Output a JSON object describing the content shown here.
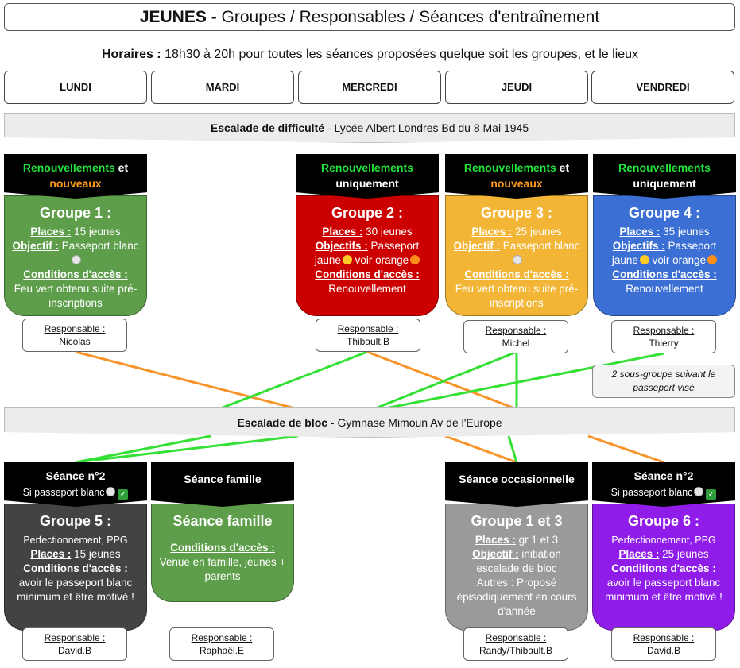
{
  "header": {
    "title_bold": "JEUNES -",
    "title_rest": " Groupes / Responsables / Séances d'entraînement"
  },
  "hours": {
    "label": "Horaires :",
    "text": " 18h30 à 20h pour toutes les séances proposées quelque soit les groupes, et le lieux"
  },
  "days": [
    "LUNDI",
    "MARDI",
    "MERCREDI",
    "JEUDI",
    "VENDREDI"
  ],
  "banner_top": {
    "bold": "Escalade de difficulté",
    "rest": " - Lycée Albert Londres Bd du 8 Mai 1945"
  },
  "banner_bloc": {
    "bold": "Escalade de bloc",
    "rest": " - Gymnase Mimoun Av de l'Europe"
  },
  "colors": {
    "green": "#5e9e4b",
    "red": "#cc0000",
    "yellow": "#f2b535",
    "blue": "#3b6fd3",
    "dark": "#434343",
    "gray": "#9a9a9a",
    "purple": "#8f1ce8",
    "line_orange": "#f7942a",
    "line_green": "#33e033"
  },
  "groups": {
    "g1": {
      "head1": "Renouvellements",
      "head_et": " et",
      "head2": "nouveaux",
      "name": "Groupe 1 :",
      "places_label": "Places :",
      "places": " 15 jeunes",
      "obj_label": "Objectif :",
      "obj": " Passeport blanc",
      "cond_label": "Conditions d'accès :",
      "cond": "Feu vert obtenu suite pré-inscriptions",
      "resp_label": "Responsable :",
      "resp": "Nicolas"
    },
    "g2": {
      "head1": "Renouvellements",
      "head2": "uniquement",
      "name": "Groupe 2 :",
      "places_label": "Places :",
      "places": " 30 jeunes",
      "obj_label": "Objectifs :",
      "obj": " Passeport jaune",
      "obj_mid": " voir orange",
      "cond_label": "Conditions d'accès :",
      "cond": "Renouvellement",
      "resp_label": "Responsable :",
      "resp": "Thibault.B"
    },
    "g3": {
      "head1": "Renouvellements",
      "head_et": " et",
      "head2": "nouveaux",
      "name": "Groupe 3 :",
      "places_label": "Places :",
      "places": " 25 jeunes",
      "obj_label": "Objectif :",
      "obj": " Passeport blanc",
      "cond_label": "Conditions d'accès :",
      "cond": "Feu vert obtenu suite pré-inscriptions",
      "resp_label": "Responsable :",
      "resp": "Michel"
    },
    "g4": {
      "head1": "Renouvellements",
      "head2": "uniquement",
      "name": "Groupe 4 :",
      "places_label": "Places :",
      "places": " 35 jeunes",
      "obj_label": "Objectifs :",
      "obj": " Passeport jaune",
      "obj_mid": " voir orange",
      "cond_label": "Conditions d'accès :",
      "cond": "Renouvellement",
      "resp_label": "Responsable :",
      "resp": "Thierry"
    },
    "g5": {
      "head1": "Séance n°2",
      "head2": "Si passeport blanc",
      "name": "Groupe 5 :",
      "sub": "Perfectionnement, PPG",
      "places_label": "Places :",
      "places": " 15 jeunes",
      "cond_label": "Conditions d'accès :",
      "cond": "avoir le passeport blanc minimum et être motivé !",
      "resp_label": "Responsable :",
      "resp": "David.B"
    },
    "fam": {
      "head1": "Séance famille",
      "name": "Séance famille",
      "cond_label": "Conditions d'accès :",
      "cond": "Venue en famille, jeunes + parents",
      "resp_label": "Responsable :",
      "resp": "Raphaël.E"
    },
    "occ": {
      "head1": "Séance occasionnelle",
      "name": "Groupe 1 et 3",
      "places_label": "Places :",
      "places": " gr 1 et 3",
      "obj_label": "Objectif :",
      "obj": " initiation escalade de bloc",
      "other": "Autres : Proposé épisodiquement en cours d'année",
      "resp_label": "Responsable :",
      "resp": "Randy/Thibault.B"
    },
    "g6": {
      "head1": "Séance n°2",
      "head2": "Si passeport blanc",
      "name": "Groupe 6 :",
      "sub": "Perfectionnement, PPG",
      "places_label": "Places :",
      "places": " 25 jeunes",
      "cond_label": "Conditions d'accès :",
      "cond": "avoir le passeport blanc minimum et être motivé !",
      "resp_label": "Responsable :",
      "resp": "David.B"
    }
  },
  "note": "2 sous-groupe suivant le passeport visé"
}
